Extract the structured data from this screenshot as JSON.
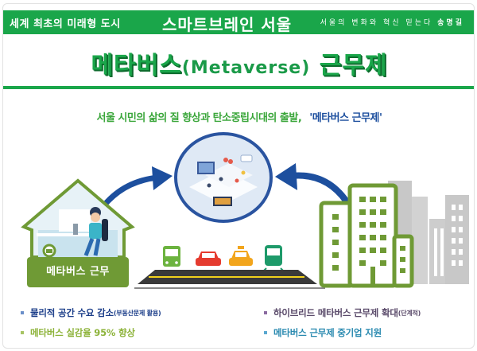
{
  "header": {
    "left_slogan": "세계 최초의 미래형 도시",
    "center_title": "스마트브레인 서울",
    "right_slogan": "서울의 변화와 혁신 믿는다",
    "right_name": "송명길"
  },
  "title": {
    "korean_prefix": "메타버스",
    "latin": "(Metaverse)",
    "korean_suffix": "근무제"
  },
  "subtitle": {
    "text": "서울 시민의 삶의 질 향상과 탄소중립시대의 출발,",
    "highlight": "'메타버스 근무제'"
  },
  "illustration": {
    "house_label": "메타버스 근무",
    "colors": {
      "house_green": "#6f9a35",
      "arrow_blue": "#1d4f9e",
      "globe_blue": "#2a54a0",
      "building_green": "#6f9a35",
      "building_gray": "#c8c8c8",
      "bus": "#6cb33f",
      "car": "#e53b2f",
      "taxi": "#f2a51c",
      "train": "#1e9a6a"
    }
  },
  "bullets": [
    {
      "text": "물리적 공간 수요 감소",
      "note": "(부동산문제 활용)"
    },
    {
      "text": "메타버스 실감율 95% 향상",
      "note": ""
    },
    {
      "text": "하이브리드 메타버스 근무제 확대",
      "note": "(단계적)"
    },
    {
      "text": "메타버스 근무제 중기업 지원",
      "note": ""
    }
  ],
  "colors": {
    "brand_green": "#1aa64a",
    "navy": "#1d3f8a"
  }
}
